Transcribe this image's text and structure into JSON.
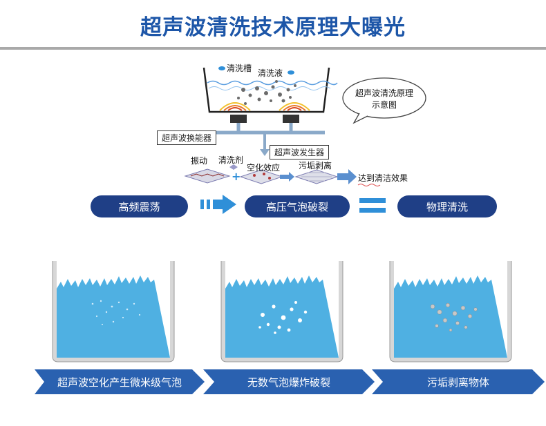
{
  "title": "超声波清洗技术原理大曝光",
  "diagram": {
    "tank_label": "清洗槽",
    "liquid_label": "清洗液",
    "bubble_note": "超声波清洗原理\n示意图",
    "transducer_label": "超声波换能器",
    "generator_label": "超声波发生器",
    "process_steps": [
      "振动",
      "清洗剂",
      "空化效应",
      "污垢剥离"
    ],
    "result_label": "达到清洁效果"
  },
  "principle_row": {
    "items": [
      "高频震荡",
      "高压气泡破裂",
      "物理清洗"
    ]
  },
  "stages": [
    {
      "label": "超声波空化产生微米级气泡"
    },
    {
      "label": "无数气泡爆炸破裂"
    },
    {
      "label": "污垢剥离物体"
    }
  ],
  "colors": {
    "title": "#1d56a8",
    "pill": "#1f3f86",
    "arrow": "#2f8fd8",
    "chevron": "#2a61b0",
    "water": "#4fb0e2"
  }
}
